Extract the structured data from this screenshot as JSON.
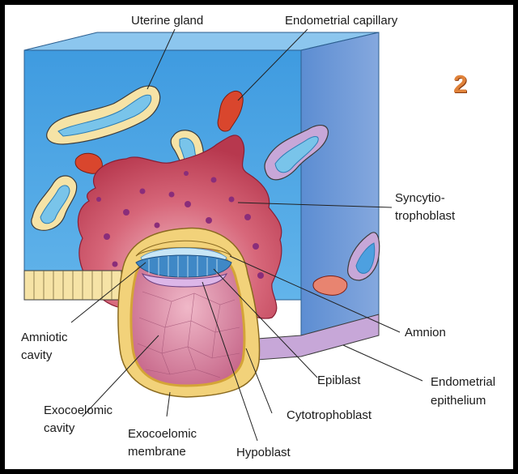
{
  "figure_number": "2",
  "labels": {
    "uterine_gland": "Uterine gland",
    "endometrial_capillary": "Endometrial capillary",
    "syncytiotrophoblast_l1": "Syncytio-",
    "syncytiotrophoblast_l2": "trophoblast",
    "amnion": "Amnion",
    "amniotic_cavity_l1": "Amniotic",
    "amniotic_cavity_l2": "cavity",
    "epiblast": "Epiblast",
    "endometrial_epithelium_l1": "Endometrial",
    "endometrial_epithelium_l2": "epithelium",
    "exocoelomic_cavity_l1": "Exocoelomic",
    "exocoelomic_cavity_l2": "cavity",
    "cytotrophoblast": "Cytotrophoblast",
    "exocoelomic_membrane_l1": "Exocoelomic",
    "exocoelomic_membrane_l2": "membrane",
    "hypoblast": "Hypoblast"
  },
  "colors": {
    "endometrium_front": "#4ea6e4",
    "endometrium_side": "#6f9ad6",
    "syncytio": "#c94a5e",
    "cytotrophoblast": "#f2d27a",
    "cavity": "#d6839e",
    "capillary": "#d9462d",
    "badge": "#e0823a"
  }
}
